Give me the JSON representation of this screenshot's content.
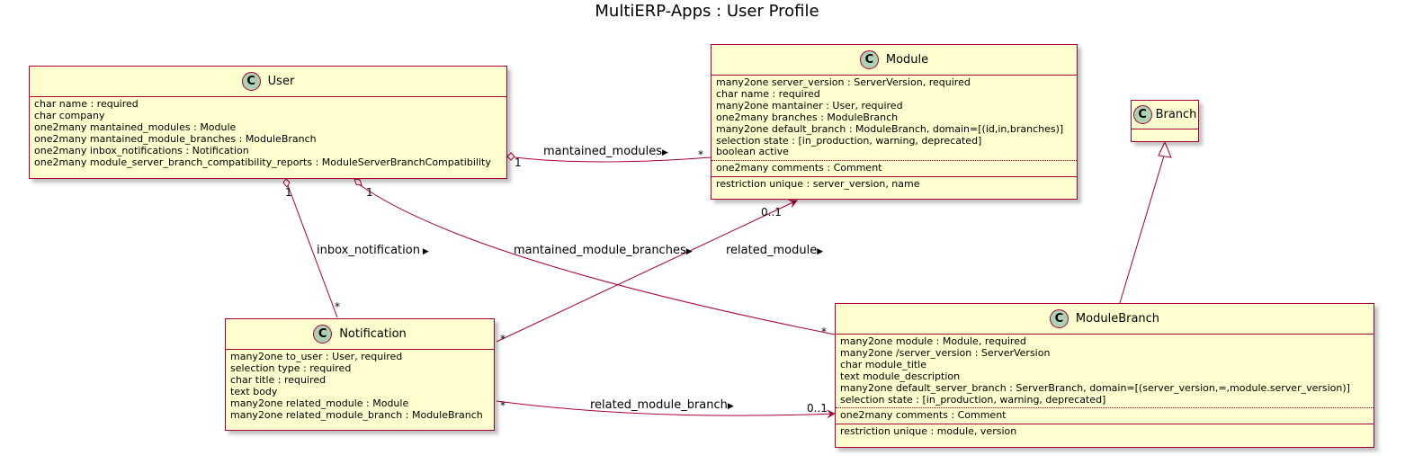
{
  "diagram": {
    "title": "MultiERP-Apps : User Profile",
    "classes": {
      "user": {
        "name": "User",
        "fields": [
          "char name : required",
          "char company",
          "one2many mantained_modules : Module",
          "one2many mantained_module_branches : ModuleBranch",
          "one2many inbox_notifications : Notification",
          "one2many module_server_branch_compatibility_reports : ModuleServerBranchCompatibility"
        ]
      },
      "module": {
        "name": "Module",
        "fields": [
          "many2one server_version : ServerVersion, required",
          "char name : required",
          "many2one mantainer : User, required",
          "one2many branches : ModuleBranch",
          "many2one default_branch : ModuleBranch, domain=[(id,in,branches)]",
          "selection state : [in_production, warning, deprecated]",
          "boolean active"
        ],
        "related": [
          "one2many comments : Comment"
        ],
        "constraints": [
          "restriction unique : server_version, name"
        ]
      },
      "branch": {
        "name": "Branch"
      },
      "notification": {
        "name": "Notification",
        "fields": [
          "many2one to_user : User, required",
          "selection type : required",
          "char title : required",
          "text body",
          "many2one related_module : Module",
          "many2one related_module_branch : ModuleBranch"
        ]
      },
      "modulebranch": {
        "name": "ModuleBranch",
        "fields": [
          "many2one module : Module, required",
          "many2one /server_version : ServerVersion",
          "char module_title",
          "text module_description",
          "many2one default_server_branch : ServerBranch, domain=[(server_version,=,module.server_version)]",
          "selection state : [in_production, warning, deprecated]"
        ],
        "related": [
          "one2many comments : Comment"
        ],
        "constraints": [
          "restriction unique : module, version"
        ]
      }
    },
    "relations": {
      "mantained_modules": {
        "label": "mantained_modules",
        "from_mult": "1",
        "to_mult": "*"
      },
      "inbox_notification": {
        "label": "inbox_notification",
        "from_mult": "1",
        "to_mult": "*"
      },
      "mantained_module_branches": {
        "label": "mantained_module_branches",
        "from_mult": "1",
        "to_mult": "*"
      },
      "related_module": {
        "label": "related_module",
        "from_mult": "*",
        "to_mult": "0..1"
      },
      "related_module_branch": {
        "label": "related_module_branch",
        "from_mult": "*",
        "to_mult": "0..1"
      }
    },
    "class_badge": "C",
    "colors": {
      "class_fill": "#FEFECE",
      "border": "#A80036",
      "badge": "#ADD1B2"
    }
  }
}
